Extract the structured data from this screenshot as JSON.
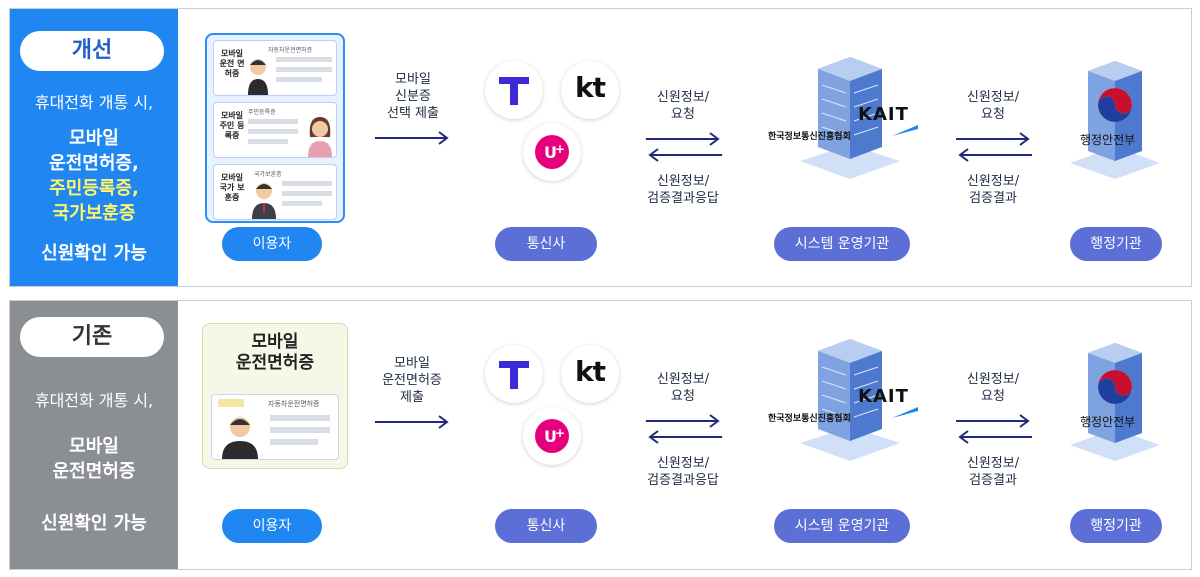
{
  "improved": {
    "badge": "개선",
    "subtitle": "휴대전화 개통 시,",
    "line1": "모바일",
    "line2": "운전면허증,",
    "line3": "주민등록증,",
    "line4": "국가보훈증",
    "conclusion": "신원확인 가능",
    "cards": [
      {
        "label": "모바일 운전 면허증",
        "title": "자동차운전면허증"
      },
      {
        "label": "모바일 주민 등록증",
        "title": "주민등록증"
      },
      {
        "label": "모바일 국가 보훈증",
        "title": "국가보훈증"
      }
    ],
    "submit_text": "모바일\n신분증\n선택 제출",
    "flow_request": "신원정보/\n요청",
    "flow_response": "신원정보/\n검증결과응답",
    "flow_request2": "신원정보/\n요청",
    "flow_result2": "신원정보/\n검증결과"
  },
  "existing": {
    "badge": "기존",
    "subtitle": "휴대전화 개통 시,",
    "line1": "모바일",
    "line2": "운전면허증",
    "conclusion": "신원확인 가능",
    "card_title": "모바일\n운전면허증",
    "card_doc": "자동차운전면허증",
    "submit_text": "모바일\n운전면허증\n제출",
    "flow_request": "신원정보/\n요청",
    "flow_response": "신원정보/\n검증결과응답",
    "flow_request2": "신원정보/\n요청",
    "flow_result2": "신원정보/\n검증결과"
  },
  "roles": {
    "user": "이용자",
    "telecom": "통신사",
    "operator": "시스템 운영기관",
    "admin": "행정기관"
  },
  "logos": {
    "kt": "kt",
    "kait": "KAIT",
    "kait_name": "한국정보통신진흥협회",
    "gov_name": "행정안전부"
  },
  "colors": {
    "improved_side": "#1f86f2",
    "existing_side": "#8b8e93",
    "highlight": "#fff76a",
    "role_button": "#5b6fd6",
    "arrow": "#1f2a7a"
  }
}
